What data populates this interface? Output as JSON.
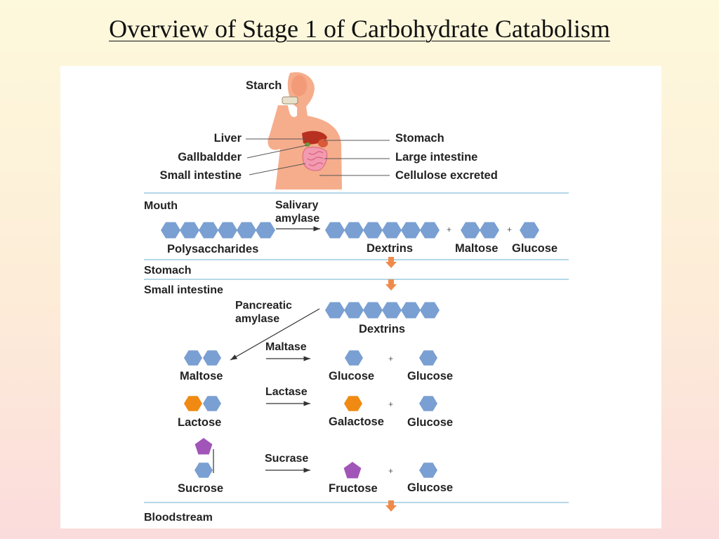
{
  "title": "Overview of Stage 1 of Carbohydrate Catabolism",
  "colors": {
    "glucose_unit": "#7a9fd2",
    "galactose_unit": "#f08a12",
    "fructose_unit": "#a155b8",
    "divider_line": "#9ccbe0",
    "flow_arrow": "#f08a4a",
    "body_silhouette": "#f6ad8c"
  },
  "body": {
    "starch": "Starch",
    "liver": "Liver",
    "gallbladder": "Gallbaldder",
    "small_intestine": "Small intestine",
    "stomach": "Stomach",
    "large_intestine": "Large intestine",
    "cellulose": "Cellulose excreted"
  },
  "mouth": {
    "section": "Mouth",
    "enzyme_line1": "Salivary",
    "enzyme_line2": "amylase",
    "polysaccharides": "Polysaccharides",
    "dextrins": "Dextrins",
    "maltose": "Maltose",
    "glucose": "Glucose"
  },
  "stomach": {
    "section": "Stomach"
  },
  "intestine": {
    "section": "Small intestine",
    "enzyme_line1": "Pancreatic",
    "enzyme_line2": "amylase",
    "dextrins": "Dextrins",
    "maltase": {
      "enzyme": "Maltase",
      "substrate": "Maltose",
      "product_1": "Glucose",
      "product_2": "Glucose"
    },
    "lactase": {
      "enzyme": "Lactase",
      "substrate": "Lactose",
      "product_1": "Galactose",
      "product_2": "Glucose"
    },
    "sucrase": {
      "enzyme": "Sucrase",
      "substrate": "Sucrose",
      "product_1": "Fructose",
      "product_2": "Glucose"
    }
  },
  "bloodstream": {
    "section": "Bloodstream"
  }
}
